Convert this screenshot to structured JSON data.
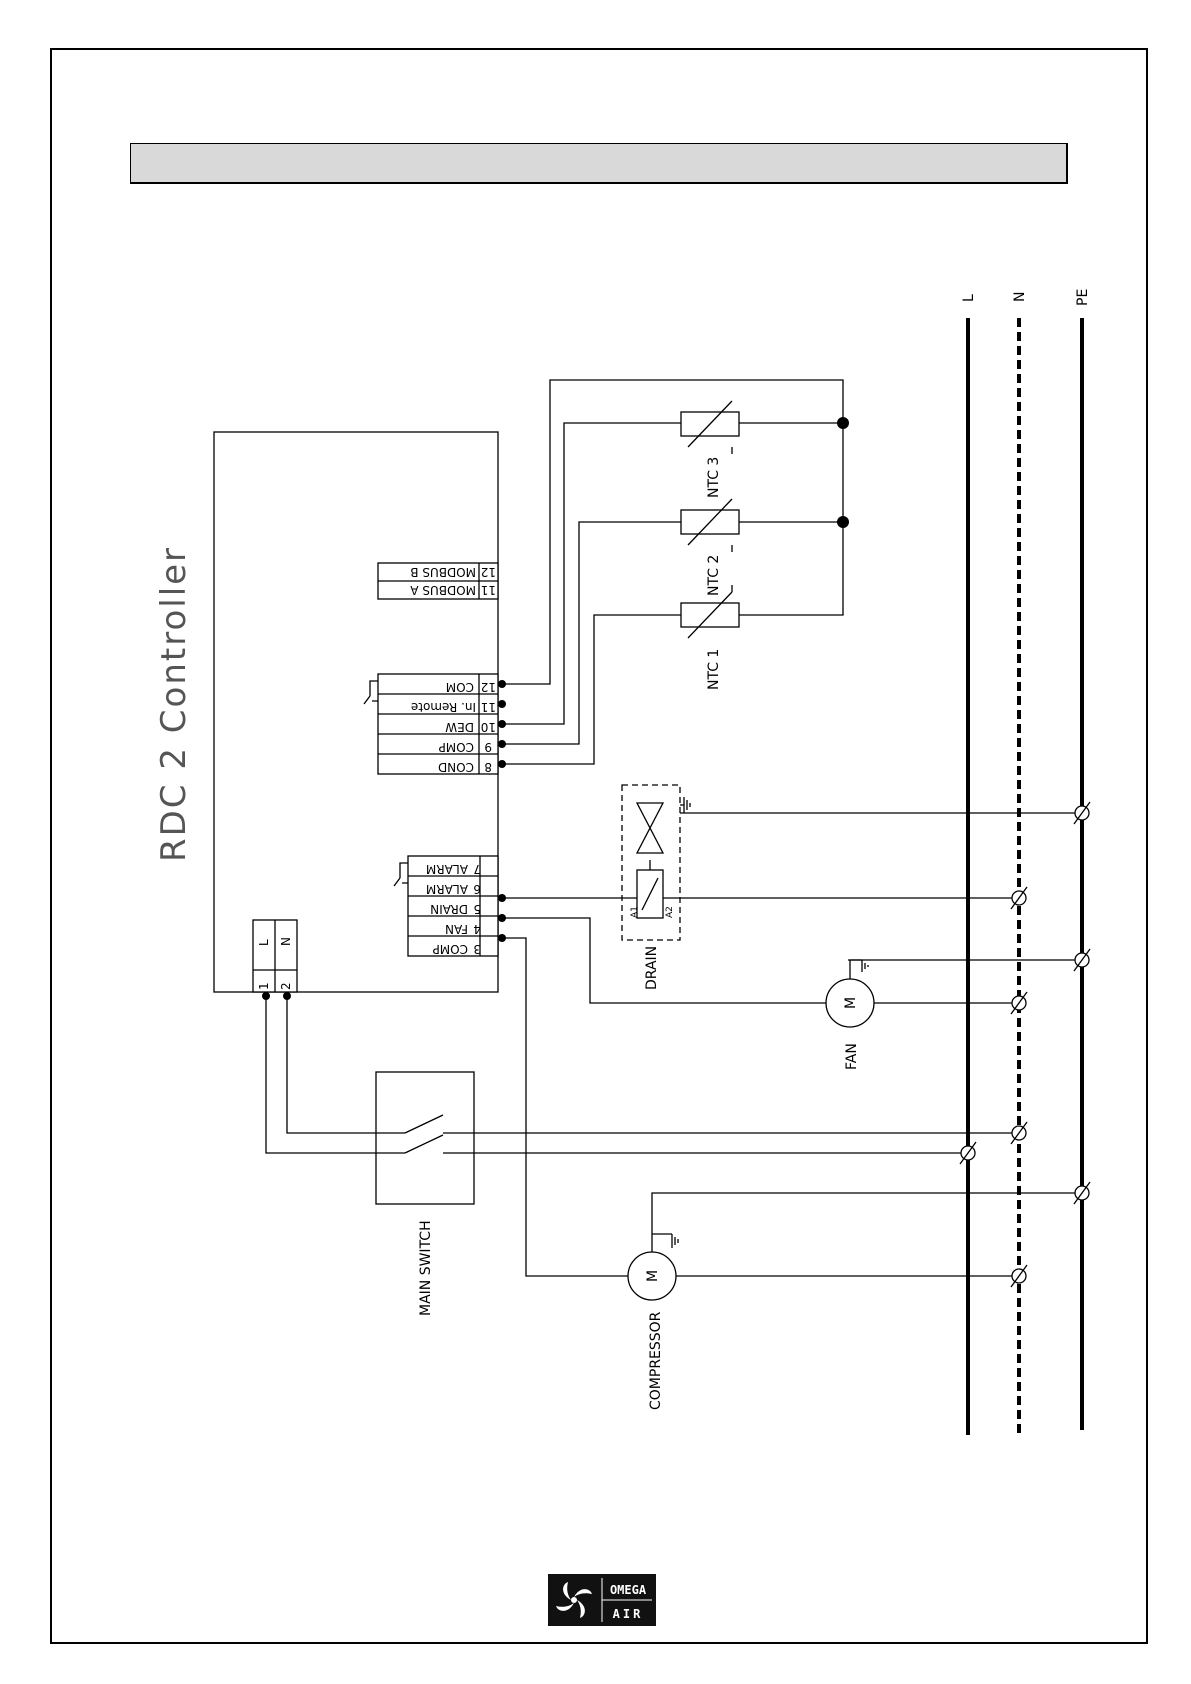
{
  "diagram": {
    "controller_title": "RDC 2 Controller",
    "supply_lines": {
      "L": "L",
      "N": "N",
      "PE": "PE"
    },
    "power_terminals": [
      {
        "num": "1",
        "name": "L"
      },
      {
        "num": "2",
        "name": "N"
      }
    ],
    "output_terminals": [
      {
        "num": "3",
        "name": "COMP"
      },
      {
        "num": "4",
        "name": "FAN"
      },
      {
        "num": "5",
        "name": "DRAIN"
      },
      {
        "num": "6",
        "name": "ALARM"
      },
      {
        "num": "7",
        "name": "ALARM"
      }
    ],
    "input_terminals": [
      {
        "num": "8",
        "name": "COND"
      },
      {
        "num": "9",
        "name": "COMP"
      },
      {
        "num": "10",
        "name": "DEW"
      },
      {
        "num": "11",
        "name": "In. Remote"
      },
      {
        "num": "12",
        "name": "COM"
      }
    ],
    "modbus_terminals": [
      {
        "num": "11",
        "name": "MODBUS A"
      },
      {
        "num": "12",
        "name": "MODBUS B"
      }
    ],
    "sensors": [
      "NTC 1",
      "NTC 2",
      "NTC 3"
    ],
    "components": {
      "drain": "DRAIN",
      "drain_coil_a1": "A1",
      "drain_coil_a2": "A2",
      "fan": "FAN",
      "motor_symbol": "M",
      "main_switch": "MAIN SWITCH",
      "compressor": "COMPRESSOR"
    }
  },
  "logo": {
    "line1": "OMEGA",
    "line2": "AIR"
  }
}
